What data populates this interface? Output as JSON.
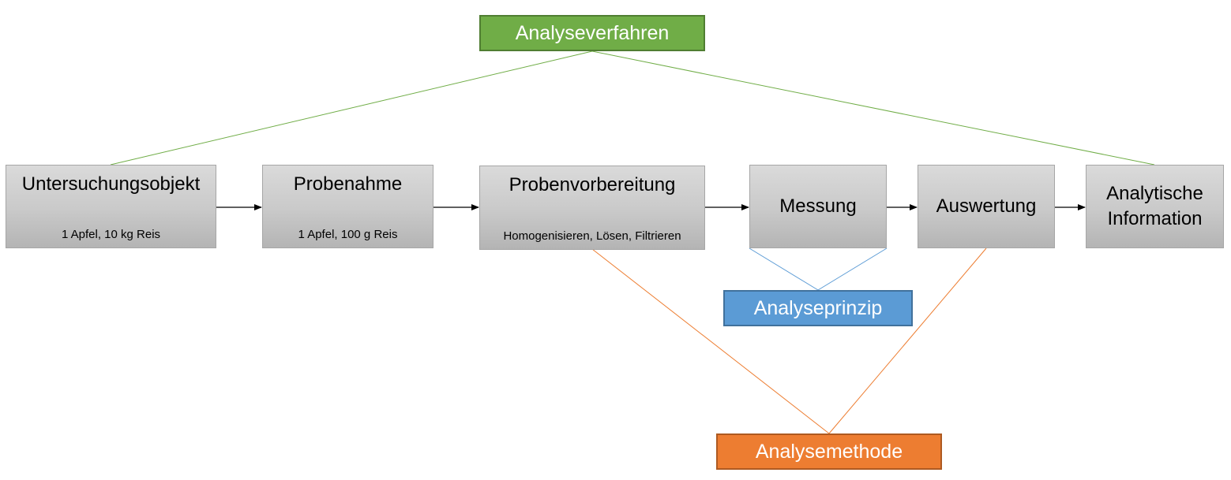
{
  "categories": {
    "verfahren": "Analyseverfahren",
    "prinzip": "Analyseprinzip",
    "methode": "Analysemethode"
  },
  "steps": [
    {
      "title": "Untersuchungsobjekt",
      "sub": "1 Apfel, 10 kg Reis"
    },
    {
      "title": "Probenahme",
      "sub": "1 Apfel, 100 g Reis"
    },
    {
      "title": "Probenvorbereitung",
      "sub": "Homogenisieren, Lösen, Filtrieren"
    },
    {
      "title": "Messung"
    },
    {
      "title": "Auswertung"
    },
    {
      "title": "Analytische Information"
    }
  ],
  "colors": {
    "green": "#70ad47",
    "blue": "#5b9bd5",
    "orange": "#ed7d31",
    "box_border": "#a6a6a6"
  }
}
